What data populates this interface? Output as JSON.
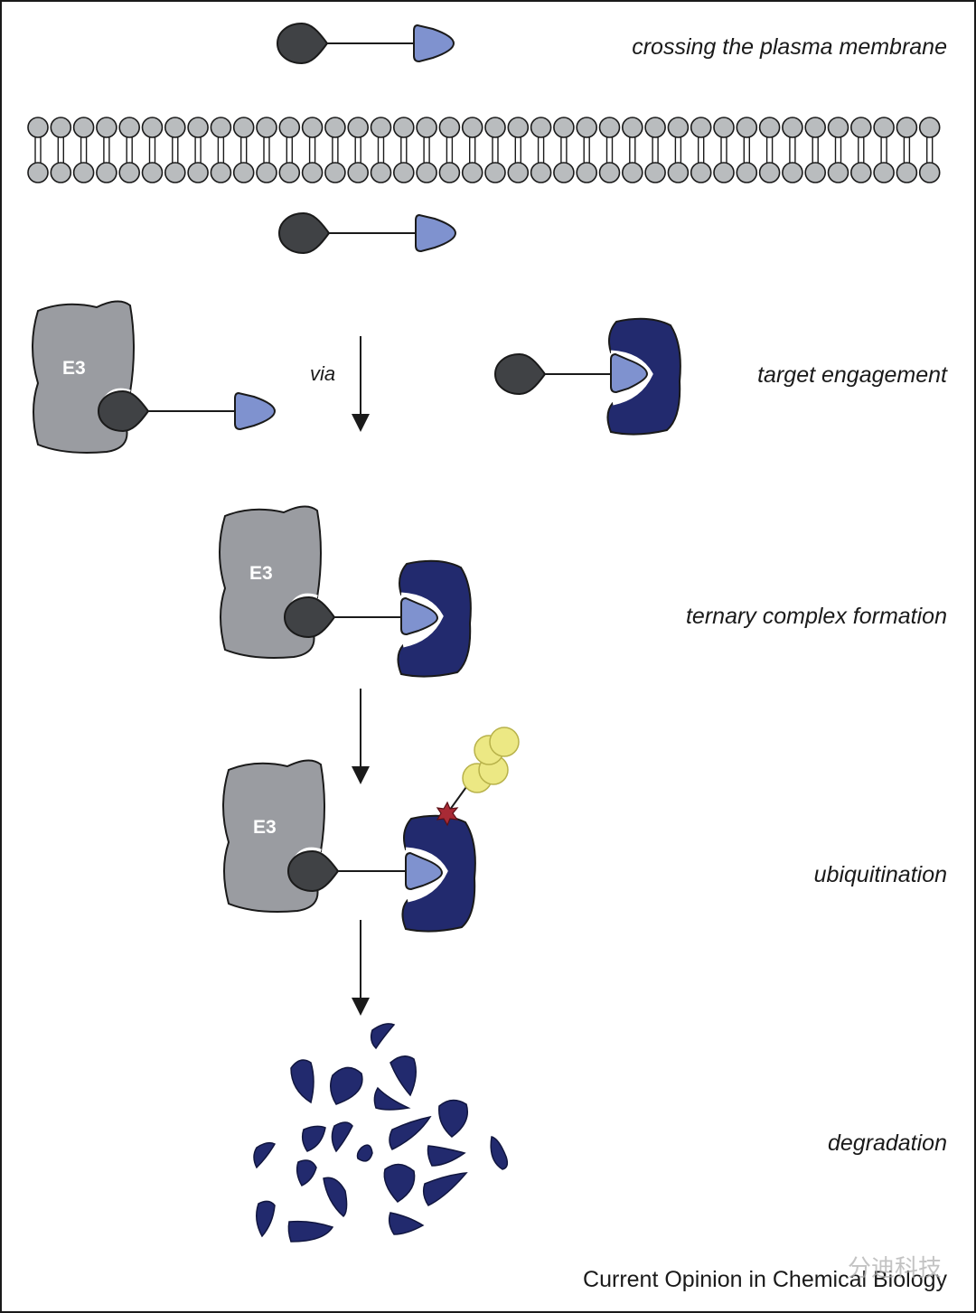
{
  "steps": {
    "crossing": "crossing the plasma membrane",
    "engagement": "target engagement",
    "ternary": "ternary complex formation",
    "ubiquitination": "ubiquitination",
    "degradation": "degradation"
  },
  "via": "via",
  "e3_label": "E3",
  "credit": "Current Opinion in Chemical Biology",
  "watermark": "分迪科技",
  "colors": {
    "e3_ligase": "#9a9ca1",
    "e3_ligand": "#404245",
    "target_protein": "#222a6e",
    "warhead": "#7f92cf",
    "membrane": "#b9bcbe",
    "ubiquitin": "#ece884",
    "ubiquitin_site": "#a82a35"
  },
  "icons": {
    "membrane": "lipid-bilayer",
    "protac": "protac-molecule",
    "e3": "e3-ligase-shape",
    "target": "target-protein-shape",
    "ubiquitin": "ubiquitin-chain",
    "fragments": "protein-fragments"
  }
}
